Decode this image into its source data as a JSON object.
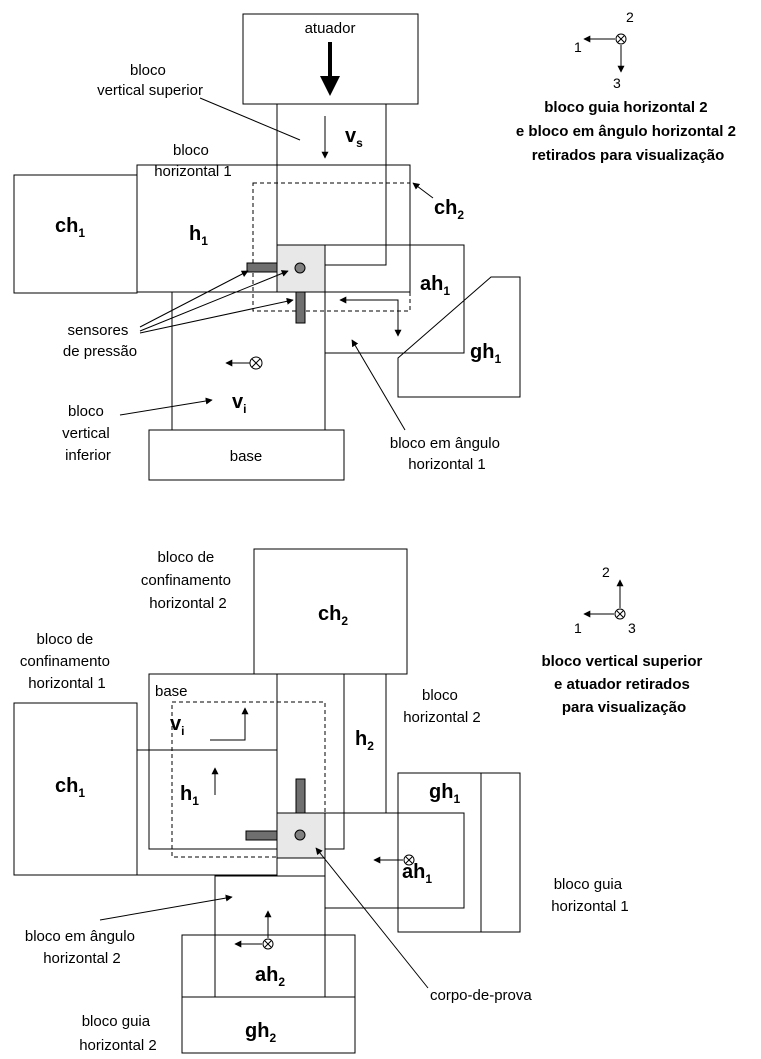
{
  "top": {
    "actuator": "atuador",
    "vs_main": "v",
    "vs_sub": "s",
    "label_upper_vertical": [
      "bloco",
      "vertical superior"
    ],
    "label_h1_block": [
      "bloco",
      "horizontal 1"
    ],
    "ch1_main": "ch",
    "ch1_sub": "1",
    "h1_main": "h",
    "h1_sub": "1",
    "ch2_main": "ch",
    "ch2_sub": "2",
    "ah1_main": "ah",
    "ah1_sub": "1",
    "gh1_main": "gh",
    "gh1_sub": "1",
    "vi_main": "v",
    "vi_sub": "i",
    "sensors": [
      "sensores",
      "de pressão"
    ],
    "label_lower_vertical": [
      "bloco",
      "vertical",
      "inferior"
    ],
    "base": "base",
    "label_angle_block": [
      "bloco em ângulo",
      "horizontal 1"
    ],
    "axes": {
      "a1": "1",
      "a2": "2",
      "a3": "3"
    },
    "note": [
      "bloco guia horizontal 2",
      "e bloco em ângulo horizontal 2",
      "retirados para visualização"
    ]
  },
  "bottom": {
    "label_conf2": [
      "bloco de",
      "confinamento",
      "horizontal 2"
    ],
    "ch2_main": "ch",
    "ch2_sub": "2",
    "label_conf1": [
      "bloco de",
      "confinamento",
      "horizontal 1"
    ],
    "base": "base",
    "vi_main": "v",
    "vi_sub": "i",
    "ch1_main": "ch",
    "ch1_sub": "1",
    "h1_main": "h",
    "h1_sub": "1",
    "h2_main": "h",
    "h2_sub": "2",
    "label_h2_block": [
      "bloco",
      "horizontal 2"
    ],
    "gh1_main": "gh",
    "gh1_sub": "1",
    "ah1_main": "ah",
    "ah1_sub": "1",
    "label_guide1": [
      "bloco guia",
      "horizontal 1"
    ],
    "label_angle2": [
      "bloco em ângulo",
      "horizontal 2"
    ],
    "ah2_main": "ah",
    "ah2_sub": "2",
    "specimen": "corpo-de-prova",
    "label_guide2": [
      "bloco guia",
      "horizontal 2"
    ],
    "gh2_main": "gh",
    "gh2_sub": "2",
    "axes": {
      "a1": "1",
      "a2": "2",
      "a3": "3"
    },
    "note": [
      "bloco vertical superior",
      "e  atuador retirados",
      "para visualização"
    ]
  }
}
